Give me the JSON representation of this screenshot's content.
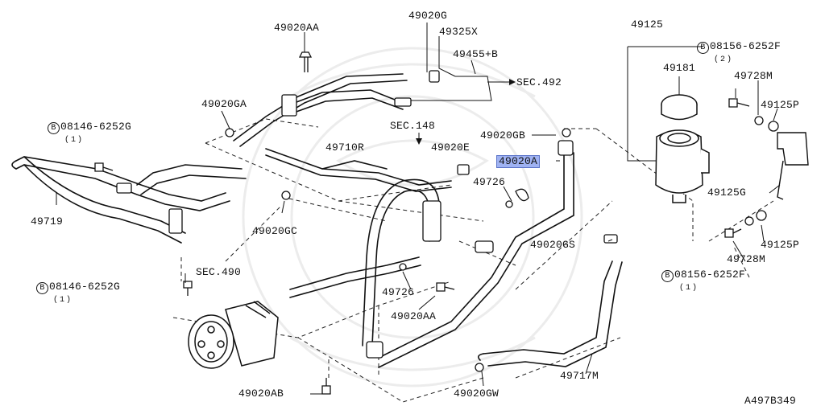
{
  "diagram_id": "A497B349",
  "highlight_color": "#9fb2f2",
  "bolt_badge_letter": "B",
  "labels": {
    "l49020aa_top": "49020AA",
    "l49020g": "49020G",
    "l49325x": "49325X",
    "l49455b": "49455+B",
    "sec492": "SEC.492",
    "l49020ga": "49020GA",
    "sec148": "SEC.148",
    "l49020gb": "49020GB",
    "l49710r": "49710R",
    "l49020e": "49020E",
    "l49020a": "49020A",
    "l49726_a": "49726",
    "l49719": "49719",
    "l49020gc": "49020GC",
    "l49020gs": "49020GS",
    "sec490": "SEC.490",
    "l49726_b": "49726",
    "l49020aa_bot": "49020AA",
    "l49717m": "49717M",
    "l49020ab": "49020AB",
    "l49020gw": "49020GW",
    "l49125": "49125",
    "l49181": "49181",
    "l49728m_top": "49728M",
    "l49125p_top": "49125P",
    "l49125g": "49125G",
    "l49125p_bot": "49125P",
    "l49728m_bot": "49728M",
    "bolt1_part": "08146-6252G",
    "bolt1_qty": "(1)",
    "bolt2_part": "08146-6252G",
    "bolt2_qty": "(1)",
    "bolt3_part": "08156-6252F",
    "bolt3_qty": "(2)",
    "bolt4_part": "08156-6252F",
    "bolt4_qty": "(1)"
  }
}
